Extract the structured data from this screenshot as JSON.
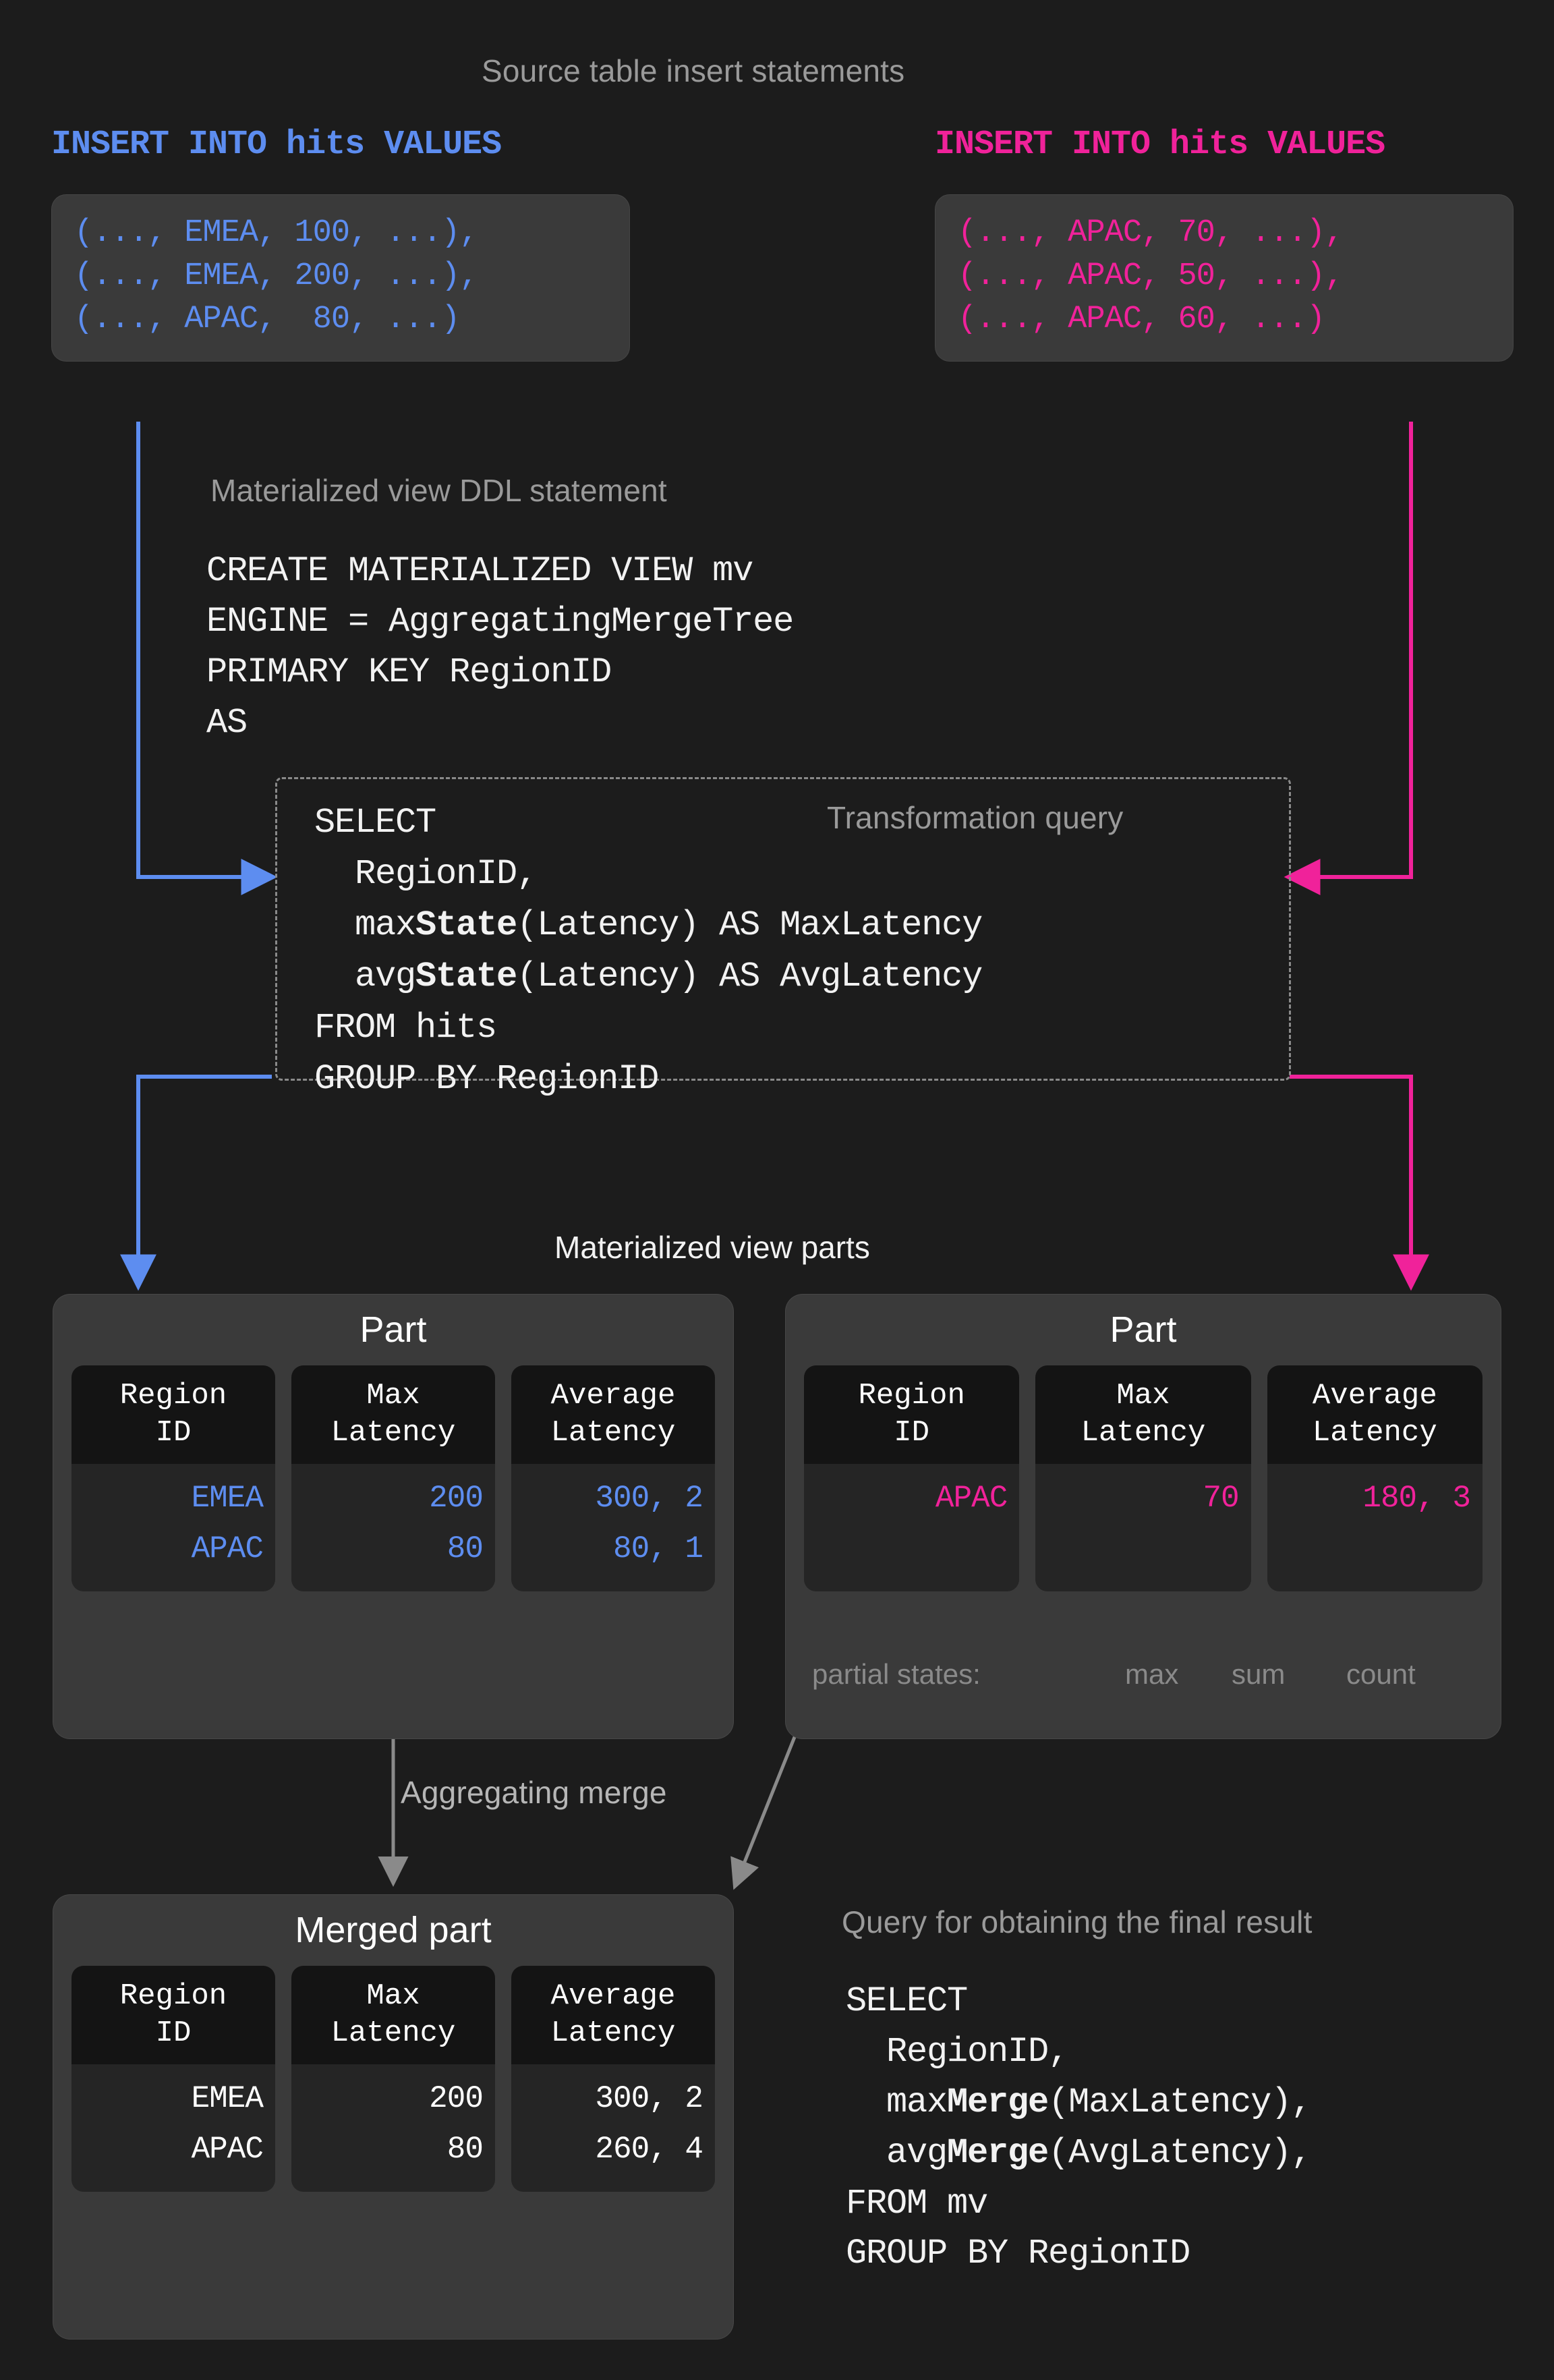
{
  "title_source_inserts": "Source table insert statements",
  "inserts": [
    {
      "header": "INSERT INTO hits VALUES",
      "color": "#5d8df0",
      "lines": [
        "(..., EMEA, 100, ...),",
        "(..., EMEA, 200, ...),",
        "(..., APAC,  80, ...)"
      ]
    },
    {
      "header": "INSERT INTO hits VALUES",
      "color": "#f0229a",
      "lines": [
        "(..., APAC, 70, ...),",
        "(..., APAC, 50, ...),",
        "(..., APAC, 60, ...)"
      ]
    }
  ],
  "ddl": {
    "caption": "Materialized view DDL statement",
    "lines": [
      "CREATE MATERIALIZED VIEW mv",
      "ENGINE = AggregatingMergeTree",
      "PRIMARY KEY RegionID",
      "AS"
    ]
  },
  "transformation_query": {
    "caption": "Transformation query",
    "lines": [
      {
        "pre": "SELECT",
        "bold": "",
        "post": ""
      },
      {
        "pre": "  RegionID,",
        "bold": "",
        "post": ""
      },
      {
        "pre": "  max",
        "bold": "State",
        "post": "(Latency) AS MaxLatency"
      },
      {
        "pre": "  avg",
        "bold": "State",
        "post": "(Latency) AS AvgLatency"
      },
      {
        "pre": "FROM hits",
        "bold": "",
        "post": ""
      },
      {
        "pre": "GROUP BY RegionID",
        "bold": "",
        "post": ""
      }
    ]
  },
  "mv_parts_caption": "Materialized view parts",
  "columns": [
    "Region\nID",
    "Max\nLatency",
    "Average\nLatency"
  ],
  "parts": [
    {
      "title": "Part",
      "color": "#5d8df0",
      "rows": [
        {
          "region": "EMEA",
          "max": "200",
          "avg": "300, 2"
        },
        {
          "region": "APAC",
          "max": "80",
          "avg": "80, 1"
        }
      ]
    },
    {
      "title": "Part",
      "color": "#f0229a",
      "rows": [
        {
          "region": "APAC",
          "max": "70",
          "avg": "180, 3"
        }
      ],
      "partial_states": {
        "label": "partial states:",
        "items": [
          "max",
          "sum",
          "count"
        ]
      }
    }
  ],
  "merge_label": "Aggregating merge",
  "merged_part": {
    "title": "Merged part",
    "color": "#ffffff",
    "rows": [
      {
        "region": "EMEA",
        "max": "200",
        "avg": "300, 2"
      },
      {
        "region": "APAC",
        "max": "80",
        "avg": "260, 4"
      }
    ]
  },
  "final_query": {
    "caption": "Query for obtaining the final result",
    "lines": [
      {
        "pre": "SELECT",
        "bold": "",
        "post": ""
      },
      {
        "pre": "  RegionID,",
        "bold": "",
        "post": ""
      },
      {
        "pre": "  max",
        "bold": "Merge",
        "post": "(MaxLatency),"
      },
      {
        "pre": "  avg",
        "bold": "Merge",
        "post": "(AvgLatency),"
      },
      {
        "pre": "FROM mv",
        "bold": "",
        "post": ""
      },
      {
        "pre": "GROUP BY RegionID",
        "bold": "",
        "post": ""
      }
    ]
  },
  "colors": {
    "background": "#1c1c1c",
    "blue": "#5d8df0",
    "pink": "#f0229a",
    "grey_text": "#9a9a9a",
    "card": "#3a3a3a",
    "arrow_grey": "#8a8a8a"
  }
}
